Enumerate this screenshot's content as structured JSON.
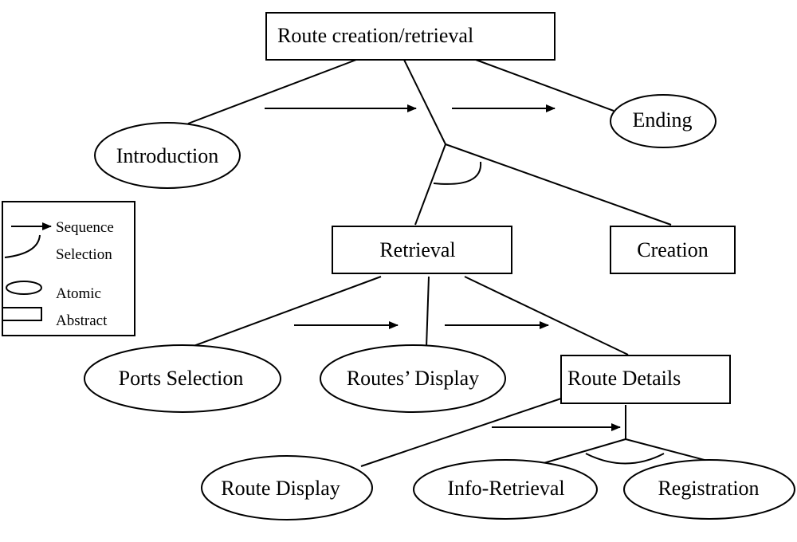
{
  "nodes": {
    "root": {
      "label": "Route creation/retrieval",
      "kind": "abstract"
    },
    "introduction": {
      "label": "Introduction",
      "kind": "atomic"
    },
    "ending": {
      "label": "Ending",
      "kind": "atomic"
    },
    "retrieval": {
      "label": "Retrieval",
      "kind": "abstract"
    },
    "creation": {
      "label": "Creation",
      "kind": "abstract"
    },
    "ports_selection": {
      "label": "Ports Selection",
      "kind": "atomic"
    },
    "routes_display": {
      "label": "Routes’ Display",
      "kind": "atomic"
    },
    "route_details": {
      "label": "Route Details",
      "kind": "abstract"
    },
    "route_display": {
      "label": "Route Display",
      "kind": "atomic"
    },
    "info_retrieval": {
      "label": "Info-Retrieval",
      "kind": "atomic"
    },
    "registration": {
      "label": "Registration",
      "kind": "atomic"
    }
  },
  "legend": {
    "sequence": "Sequence",
    "selection": "Selection",
    "atomic": "Atomic",
    "abstract": "Abstract"
  },
  "relations": [
    {
      "parent": "Route creation/retrieval",
      "type": "sequence",
      "children": [
        "Introduction",
        "Retrieval/Creation selection",
        "Ending"
      ]
    },
    {
      "parent": "Route creation/retrieval",
      "type": "selection",
      "children": [
        "Retrieval",
        "Creation"
      ]
    },
    {
      "parent": "Retrieval",
      "type": "sequence",
      "children": [
        "Ports Selection",
        "Routes’ Display",
        "Route Details"
      ]
    },
    {
      "parent": "Route Details",
      "type": "sequence",
      "children": [
        "Route Display",
        "Info-Retrieval/Registration selection"
      ]
    },
    {
      "parent": "Route Details",
      "type": "selection",
      "children": [
        "Info-Retrieval",
        "Registration"
      ]
    }
  ]
}
